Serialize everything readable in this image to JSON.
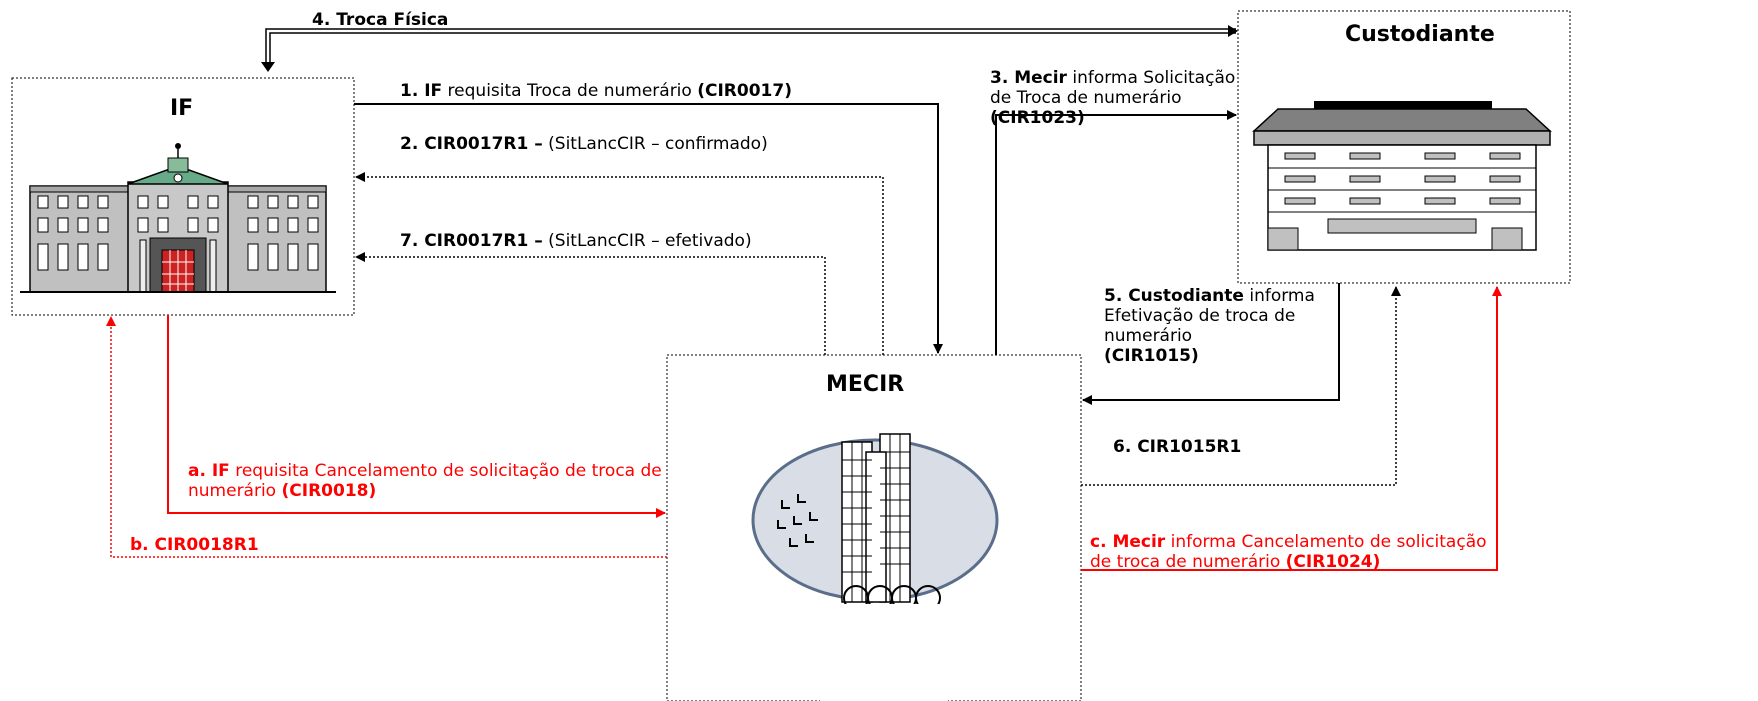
{
  "colors": {
    "black": "#000000",
    "red": "#ff0000",
    "building_gray": "#c0c0c0",
    "roof_green": "#66aa88",
    "door_red": "#cc2222",
    "oval_fill": "#d8dde6",
    "oval_stroke": "#5a6e8a"
  },
  "nodes": {
    "if_title": "IF",
    "custodiante_title": "Custodiante",
    "mecir_title": "MECIR"
  },
  "icons": {
    "if_building": "bank-building-icon",
    "custodiante_building": "custodian-building-icon",
    "mecir_logo": "central-bank-tower-icon"
  },
  "messages": {
    "m4": {
      "bold": "4. Troca Física"
    },
    "m1": {
      "bold": "1. IF",
      "text": " requisita Troca de numerário ",
      "code": "(CIR0017)"
    },
    "m2": {
      "bold": "2. CIR0017R1 –",
      "text": " (SitLancCIR – confirmado)"
    },
    "m7": {
      "bold": "7. CIR0017R1 –",
      "text": " (SitLancCIR – efetivado)"
    },
    "m3": {
      "bold": "3. Mecir",
      "line1": " informa Solicitação",
      "line2": "de Troca de numerário",
      "code": "(CIR1023)"
    },
    "m5": {
      "bold": "5. Custodiante",
      "line1": " informa",
      "line2": "Efetivação de troca de",
      "line3": "numerário",
      "code": "(CIR1015)"
    },
    "m6": {
      "bold": "6. CIR1015R1"
    },
    "ma": {
      "bold": "a. IF",
      "line1": " requisita Cancelamento de solicitação de troca de",
      "line2": "numerário ",
      "code": "(CIR0018)"
    },
    "mb": {
      "bold": "b. CIR0018R1"
    },
    "mc": {
      "bold": "c. Mecir",
      "line1": " informa Cancelamento de solicitação",
      "line2": "de troca de numerário ",
      "code": "(CIR1024)"
    }
  }
}
